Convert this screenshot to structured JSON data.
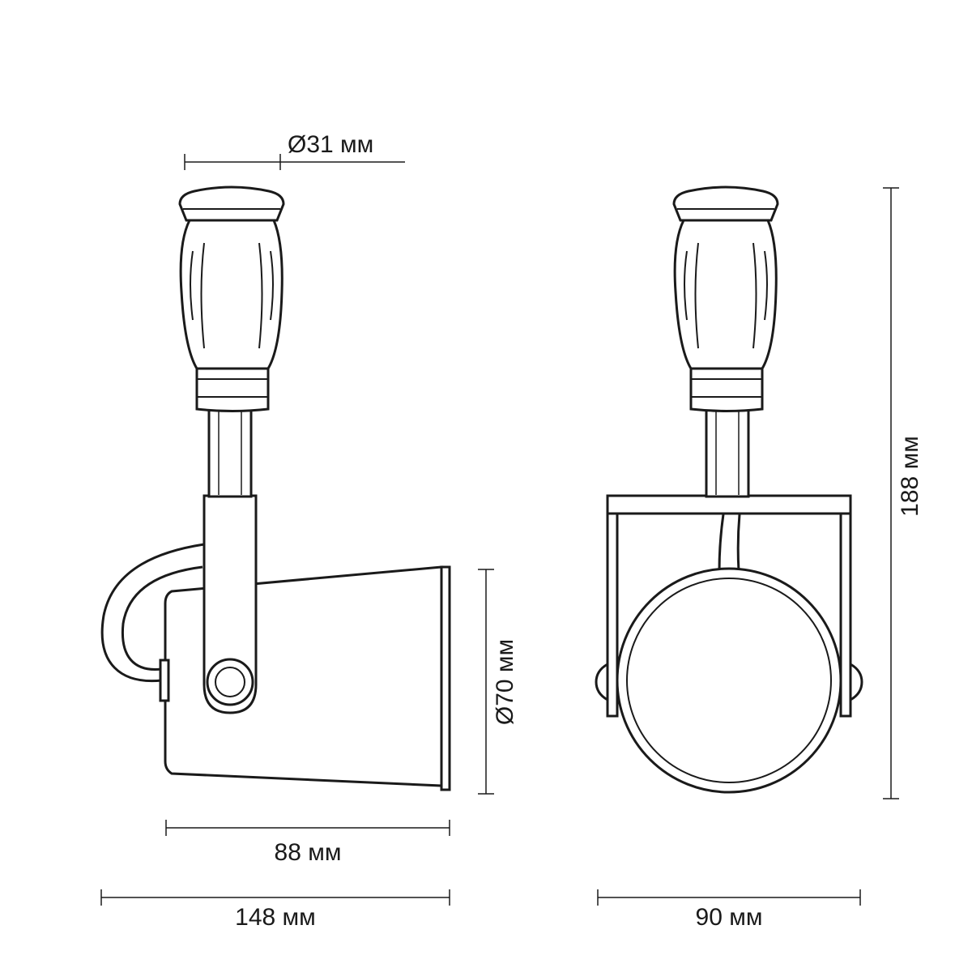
{
  "dimensions": {
    "connector_diameter": "Ø31 мм",
    "shade_diameter": "Ø70 мм",
    "shade_length": "88 мм",
    "total_length": "148 мм",
    "total_height": "188 мм",
    "total_width": "90 мм"
  }
}
